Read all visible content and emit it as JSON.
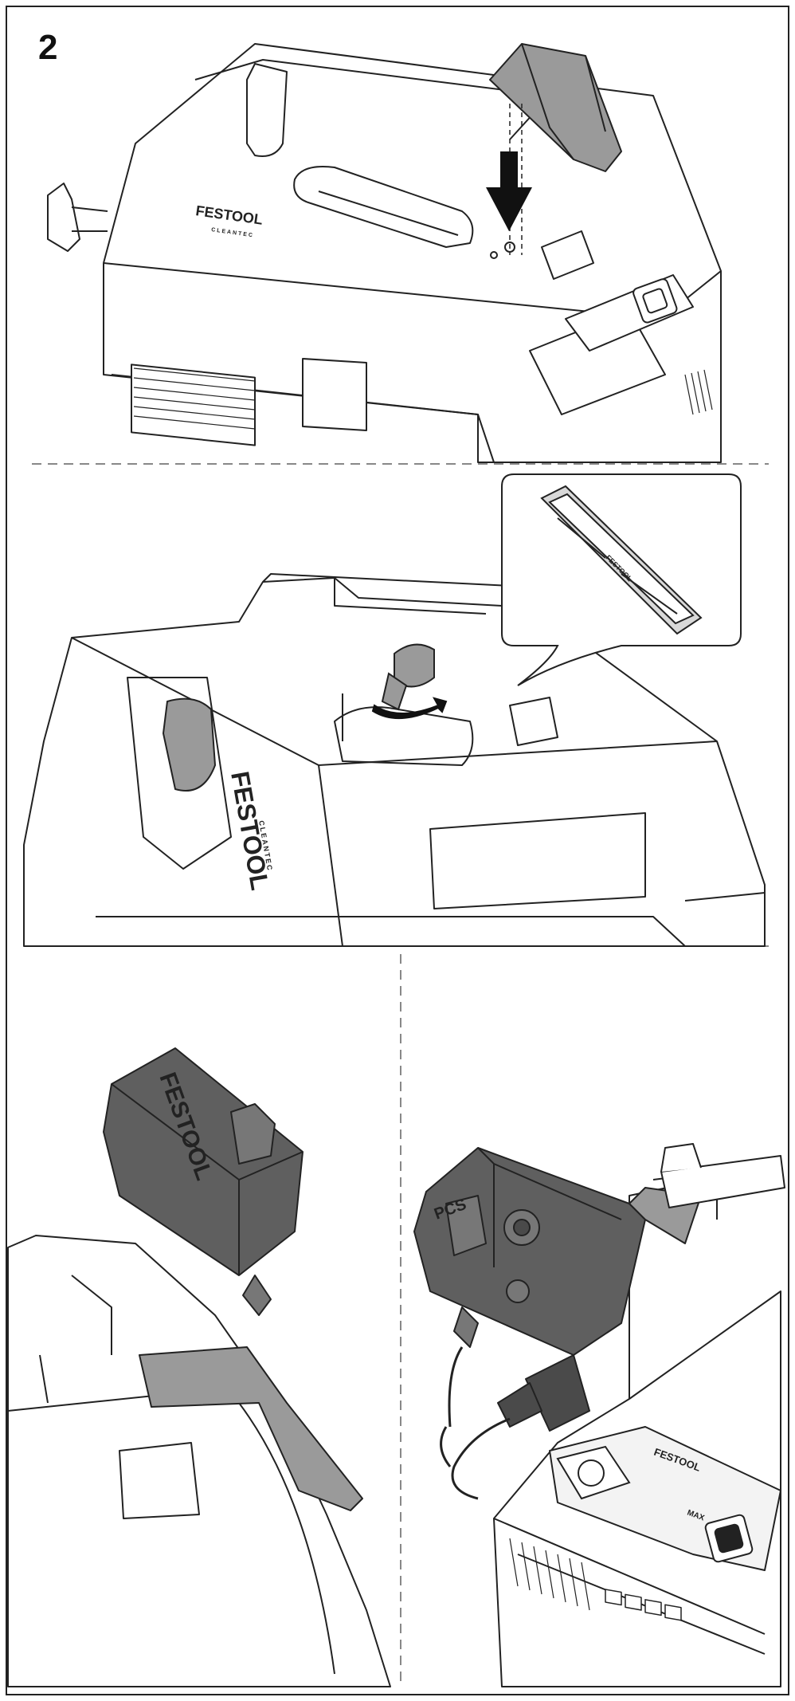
{
  "step": {
    "number": "2"
  },
  "brand": {
    "logo_text": "FESTOOL",
    "sub_text": "CLEANTEC",
    "module_text": "PCS",
    "panel_button_text": "MAX"
  },
  "colors": {
    "line": "#222222",
    "module_fill": "#5f5f5f",
    "bracket_fill": "#9a9a9a",
    "arrow_fill": "#111111",
    "panel_fill": "#f3f3f3"
  },
  "icons": {
    "down_arrow": "arrow-down-icon",
    "rotate_arrow": "rotate-arrow-icon",
    "power_switch": "power-switch-icon"
  }
}
